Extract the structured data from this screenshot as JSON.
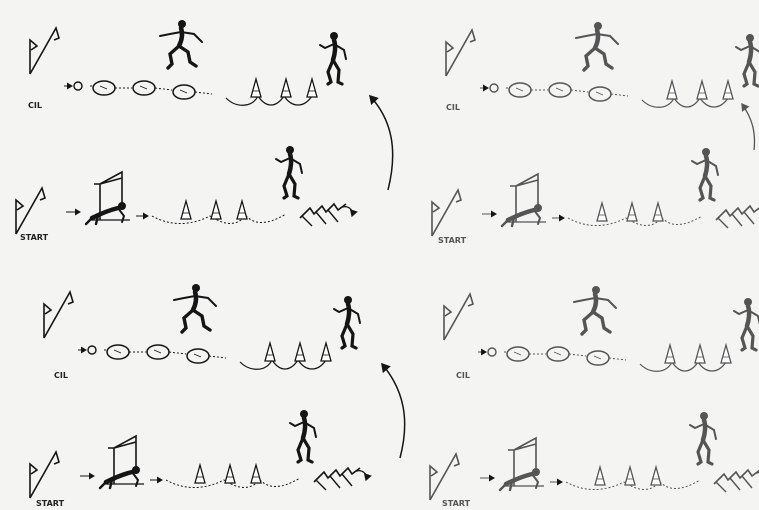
{
  "labels": {
    "end_label": "CIL",
    "start_label": "START"
  },
  "colors": {
    "ink": "#151515",
    "faint_ink": "#555555",
    "paper": "#f4f4f2"
  },
  "panels": [
    {
      "name": "top-left"
    },
    {
      "name": "top-right"
    },
    {
      "name": "bottom-left"
    },
    {
      "name": "bottom-right"
    }
  ]
}
